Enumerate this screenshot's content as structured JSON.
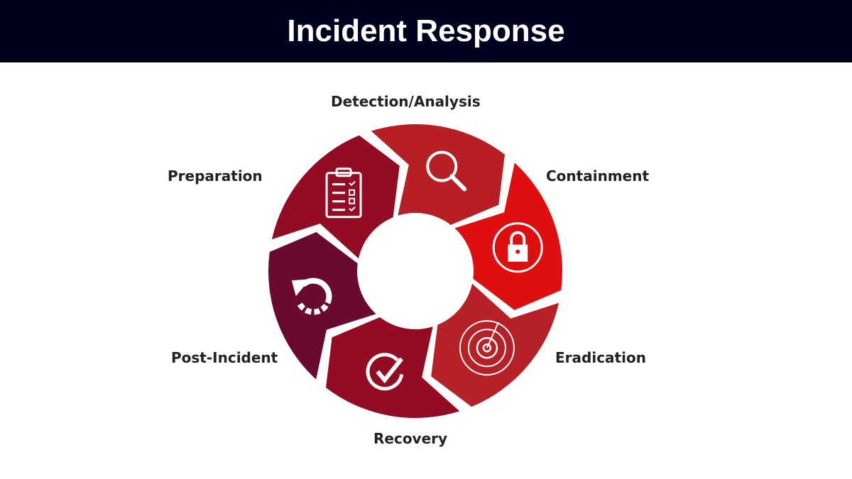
{
  "title": "Incident Response",
  "stages": [
    {
      "label": "Detection/Analysis",
      "icon": "magnifier-icon",
      "color": "#b81f25"
    },
    {
      "label": "Containment",
      "icon": "lock-icon",
      "color": "#e00f0f"
    },
    {
      "label": "Eradication",
      "icon": "target-icon",
      "color": "#b52127"
    },
    {
      "label": "Recovery",
      "icon": "check-circle-icon",
      "color": "#930c23"
    },
    {
      "label": "Post-Incident",
      "icon": "refresh-icon",
      "color": "#6a0a30"
    },
    {
      "label": "Preparation",
      "icon": "clipboard-icon",
      "color": "#940c24"
    }
  ]
}
